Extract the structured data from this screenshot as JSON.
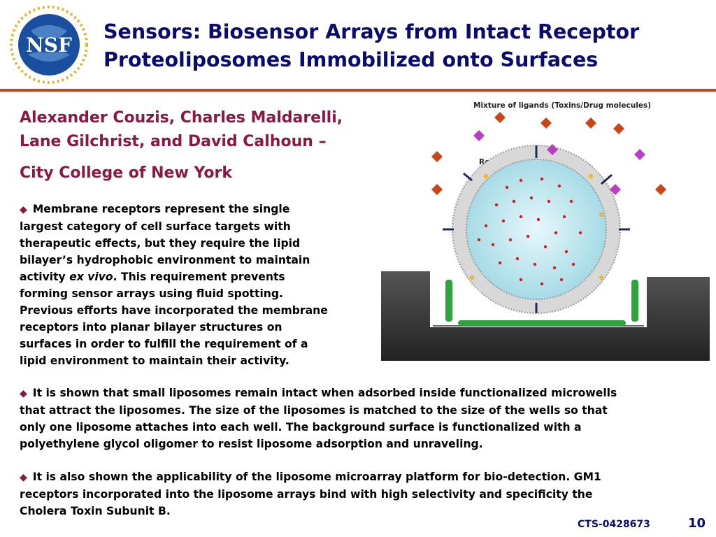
{
  "logo": {
    "text": "NSF"
  },
  "title": {
    "line1": "Sensors: Biosensor Arrays from Intact Receptor",
    "line2": "Proteoliposomes  Immobilized onto Surfaces"
  },
  "authors": {
    "line1": "Alexander Couzis, Charles Maldarelli,",
    "line2": "Lane Gilchrist, and David Calhoun –"
  },
  "institution": "City College of New York",
  "bullets": [
    {
      "lines": [
        "Membrane receptors represent the single",
        "largest category of cell surface targets with",
        "therapeutic effects, but they require the lipid",
        "bilayer’s hydrophobic environment to maintain"
      ],
      "activity_prefix": "activity ",
      "activity_italic": "ex vivo",
      "activity_suffix": ".  This requirement prevents",
      "lines_after": [
        "forming sensor arrays using fluid spotting.",
        "Previous efforts have incorporated the membrane",
        "receptors into planar bilayer structures on",
        "surfaces in order to fulfill the requirement of a",
        "lipid environment to maintain their activity."
      ]
    },
    {
      "lines": [
        "It is shown that small liposomes remain intact when adsorbed inside functionalized microwells",
        "that attract the liposomes.  The size of the liposomes is matched to the size of the wells so that",
        "only one liposome attaches into each well.  The background surface is functionalized with a",
        "polyethylene glycol oligomer to resist liposome adsorption and unraveling."
      ]
    },
    {
      "lines": [
        "It is also shown the applicability of the liposome microarray platform for bio-detection.  GM1",
        "receptors incorporated into the liposome arrays bind with high selectivity and specificity the",
        "Cholera Toxin Subunit B."
      ]
    }
  ],
  "figure": {
    "label_mixture": "Mixture of ligands (Toxins/Drug molecules)",
    "label_receptor": "Receptor"
  },
  "footer": {
    "code": "CTS-0428673",
    "page": "10"
  },
  "colors": {
    "title": "#0b0b6e",
    "authors": "#8a1840",
    "rule": "#c4451c",
    "bullet": "#8a1840"
  }
}
